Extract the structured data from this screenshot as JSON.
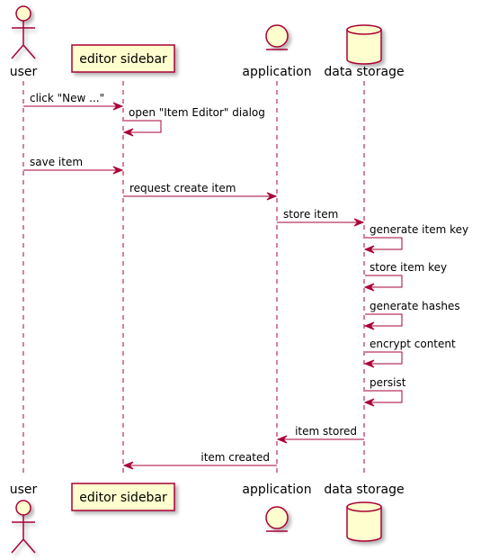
{
  "participants": [
    {
      "id": "user",
      "label": "user",
      "kind": "actor"
    },
    {
      "id": "sidebar",
      "label": "editor sidebar",
      "kind": "participant"
    },
    {
      "id": "application",
      "label": "application",
      "kind": "entity"
    },
    {
      "id": "storage",
      "label": "data storage",
      "kind": "database"
    }
  ],
  "messages": [
    {
      "from": "user",
      "to": "sidebar",
      "label": "click \"New ...\""
    },
    {
      "from": "sidebar",
      "to": "sidebar",
      "label": "open \"Item Editor\" dialog"
    },
    {
      "from": "user",
      "to": "sidebar",
      "label": "save item"
    },
    {
      "from": "sidebar",
      "to": "application",
      "label": "request create item"
    },
    {
      "from": "application",
      "to": "storage",
      "label": "store item"
    },
    {
      "from": "storage",
      "to": "storage",
      "label": "generate item key"
    },
    {
      "from": "storage",
      "to": "storage",
      "label": "store item key"
    },
    {
      "from": "storage",
      "to": "storage",
      "label": "generate hashes"
    },
    {
      "from": "storage",
      "to": "storage",
      "label": "encrypt content"
    },
    {
      "from": "storage",
      "to": "storage",
      "label": "persist"
    },
    {
      "from": "storage",
      "to": "application",
      "label": "item stored"
    },
    {
      "from": "application",
      "to": "sidebar",
      "label": "item created"
    }
  ],
  "colors": {
    "arrow": "#a80036",
    "lifeline": "#a80036",
    "box_fill": "#fefece",
    "box_stroke": "#a80036"
  }
}
